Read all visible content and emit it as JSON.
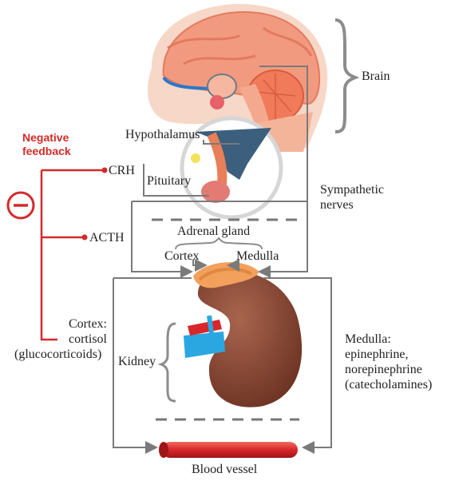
{
  "labels": {
    "brain": "Brain",
    "hypothalamus": "Hypothalamus",
    "pituitary": "Pituitary",
    "negative_feedback_1": "Negative",
    "negative_feedback_2": "feedback",
    "crh": "CRH",
    "acth": "ACTH",
    "sympathetic_1": "Sympathetic",
    "sympathetic_2": "nerves",
    "adrenal_gland": "Adrenal gland",
    "cortex": "Cortex",
    "medulla": "Medulla",
    "cortex_cortisol_1": "Cortex:",
    "cortex_cortisol_2": "cortisol",
    "cortex_cortisol_3": "(glucocorticoids)",
    "kidney": "Kidney",
    "medulla_out_1": "Medulla:",
    "medulla_out_2": "epinephrine,",
    "medulla_out_3": "norepinephrine",
    "medulla_out_4": "(catecholamines)",
    "blood_vessel": "Blood vessel"
  },
  "colors": {
    "feedback_red": "#d42a2a",
    "arrow_gray": "#7a7a7a",
    "brain_pink": "#f29a80",
    "kidney_brown": "#8b4a35",
    "vessel_red": "#d8262a",
    "artery_blue": "#2aa7e0"
  }
}
